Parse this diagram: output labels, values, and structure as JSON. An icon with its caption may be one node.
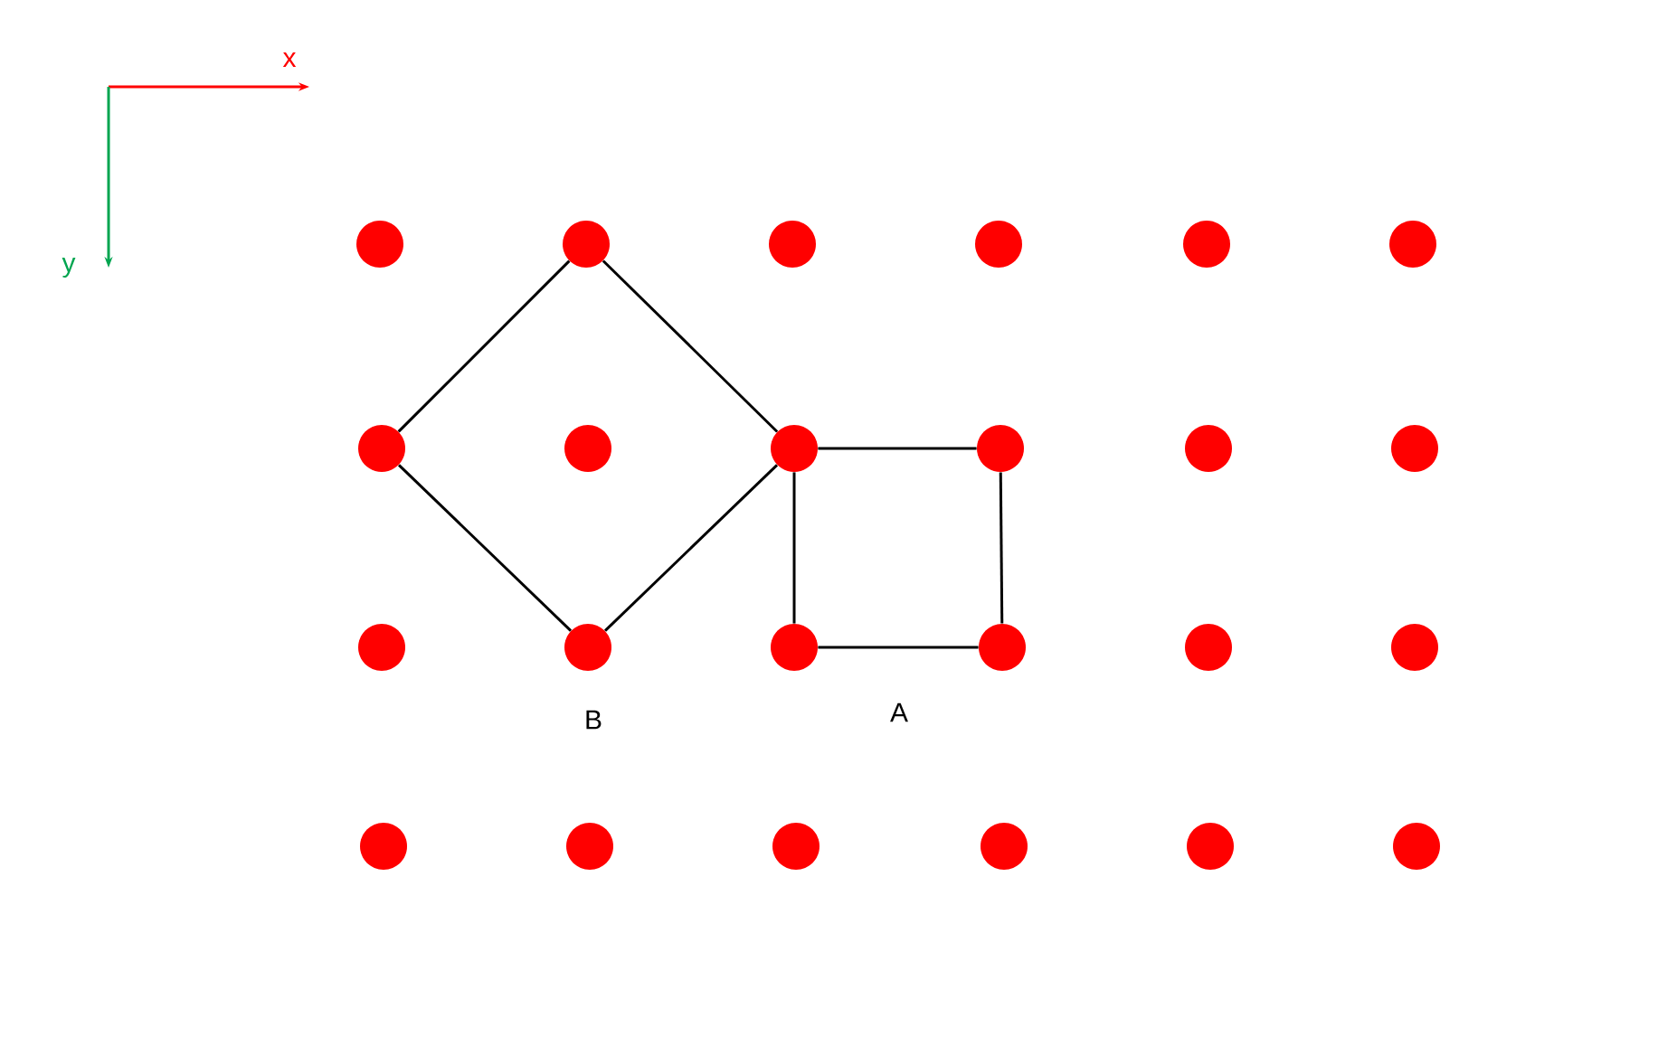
{
  "diagram": {
    "nodes": [
      {
        "text": [],
        "shape": "circle"
      },
      {
        "text": [],
        "shape": "circle"
      },
      {
        "text": [],
        "shape": "circle"
      },
      {
        "text": [],
        "shape": "circle"
      },
      {
        "text": [],
        "shape": "circle"
      },
      {
        "text": [],
        "shape": "circle"
      },
      {
        "text": [],
        "shape": "circle"
      },
      {
        "text": [],
        "shape": "circle"
      },
      {
        "text": [],
        "shape": "circle"
      },
      {
        "text": [],
        "shape": "circle"
      },
      {
        "text": [],
        "shape": "circle"
      },
      {
        "text": [],
        "shape": "circle"
      },
      {
        "text": [],
        "shape": "circle"
      },
      {
        "text": [],
        "shape": "circle"
      },
      {
        "text": [],
        "shape": "circle"
      },
      {
        "text": [],
        "shape": "circle"
      },
      {
        "text": [],
        "shape": "circle"
      },
      {
        "text": [],
        "shape": "circle"
      },
      {
        "text": [],
        "shape": "circle"
      },
      {
        "text": [],
        "shape": "circle"
      },
      {
        "text": [],
        "shape": "circle"
      },
      {
        "text": [],
        "shape": "circle"
      },
      {
        "text": [],
        "shape": "circle"
      },
      {
        "text": [],
        "shape": "circle"
      }
    ],
    "edges": [
      {
        "from": 1,
        "to": 6,
        "arrow": "none"
      },
      {
        "from": 6,
        "to": 13,
        "arrow": "none"
      },
      {
        "from": 13,
        "to": 8,
        "arrow": "none"
      },
      {
        "from": 8,
        "to": 1,
        "arrow": "none"
      },
      {
        "from": 8,
        "to": 9,
        "arrow": "none"
      },
      {
        "from": 9,
        "to": 15,
        "arrow": "none"
      },
      {
        "from": 15,
        "to": 14,
        "arrow": "none"
      },
      {
        "from": 14,
        "to": 8,
        "arrow": "none"
      }
    ],
    "labels": [
      "x",
      "y",
      "B",
      "A"
    ]
  }
}
